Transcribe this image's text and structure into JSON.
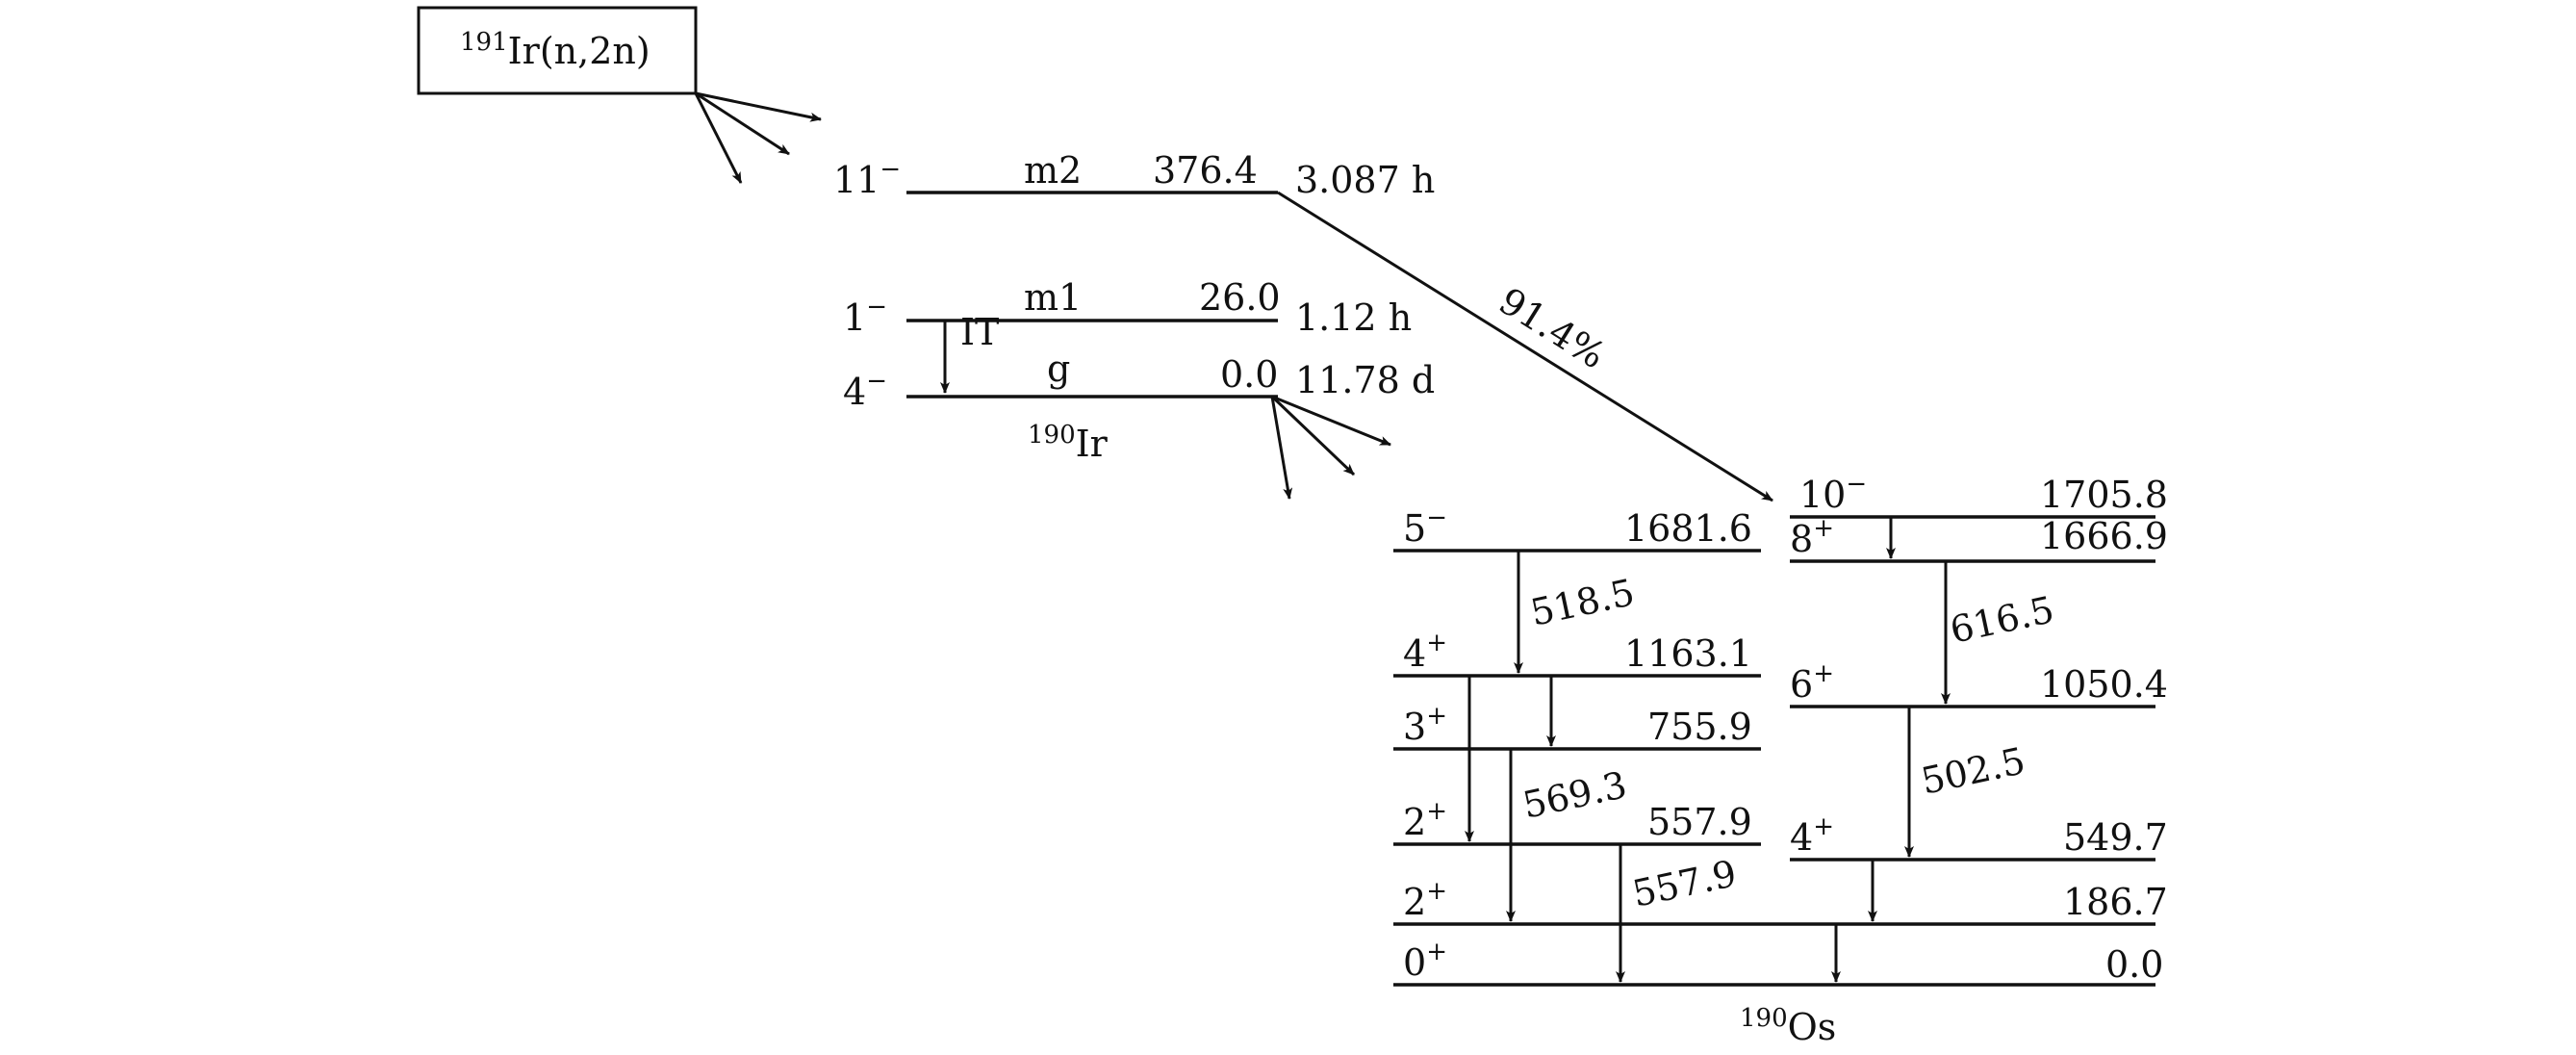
{
  "reaction": {
    "mass": "191",
    "text": "Ir(n,2n)"
  },
  "ir190": {
    "nuclide": {
      "mass": "190",
      "symbol": "Ir"
    },
    "m2": {
      "spin": "11",
      "parity": "−",
      "name": "m2",
      "energy": "376.4",
      "halflife": "3.087 h"
    },
    "m1": {
      "spin": "1",
      "parity": "−",
      "name": "m1",
      "energy": "26.0",
      "halflife": "1.12 h"
    },
    "g": {
      "spin": "4",
      "parity": "−",
      "name": "g",
      "energy": "0.0",
      "halflife": "11.78 d"
    },
    "it_label": "IT",
    "branch": "91.4%"
  },
  "os190": {
    "nuclide": {
      "mass": "190",
      "symbol": "Os"
    },
    "levels": {
      "l10": {
        "spin": "10",
        "parity": "−",
        "energy": "1705.8"
      },
      "l8": {
        "spin": "8",
        "parity": "+",
        "energy": "1666.9"
      },
      "l5": {
        "spin": "5",
        "parity": "−",
        "energy": "1681.6"
      },
      "l4a": {
        "spin": "4",
        "parity": "+",
        "energy": "1163.1"
      },
      "l6": {
        "spin": "6",
        "parity": "+",
        "energy": "1050.4"
      },
      "l3": {
        "spin": "3",
        "parity": "+",
        "energy": "755.9"
      },
      "l2a": {
        "spin": "2",
        "parity": "+",
        "energy": "557.9"
      },
      "l4b": {
        "spin": "4",
        "parity": "+",
        "energy": "549.7"
      },
      "l2b": {
        "spin": "2",
        "parity": "+",
        "energy": "186.7"
      },
      "l0": {
        "spin": "0",
        "parity": "+",
        "energy": "0.0"
      }
    },
    "gammas": {
      "g518": "518.5",
      "g616": "616.5",
      "g569": "569.3",
      "g502": "502.5",
      "g557": "557.9"
    }
  }
}
